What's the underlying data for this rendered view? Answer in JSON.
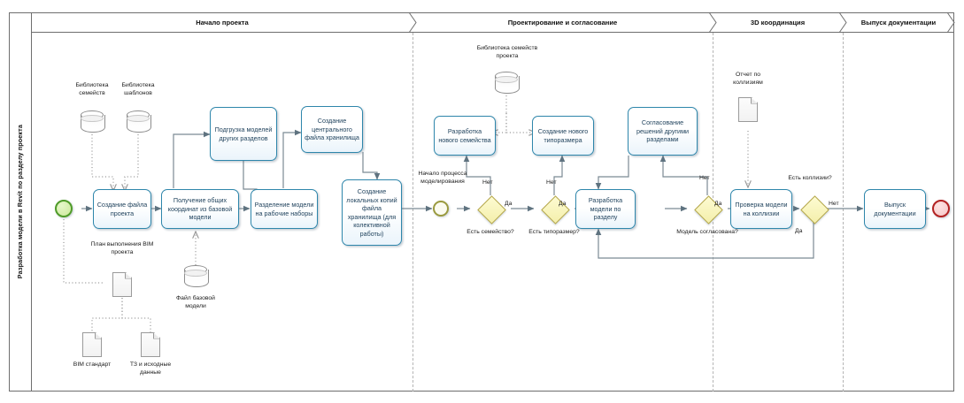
{
  "pool": {
    "label": "Разработка модели в Revit по разделу проекта"
  },
  "phases": [
    {
      "id": "start-project",
      "label": "Начало проекта"
    },
    {
      "id": "design-approval",
      "label": "Проектирование и согласование"
    },
    {
      "id": "coordination-3d",
      "label": "3D координация"
    },
    {
      "id": "docs-release",
      "label": "Выпуск документации"
    }
  ],
  "events": [
    {
      "id": "start",
      "name": "start-event",
      "label": ""
    },
    {
      "id": "modeling",
      "name": "intermediate-event",
      "label": "Начало процесса моделирования"
    },
    {
      "id": "end",
      "name": "end-event",
      "label": ""
    }
  ],
  "tasks": [
    {
      "id": "t1",
      "label": "Создание файла проекта"
    },
    {
      "id": "t2",
      "label": "Получение общих координат из базовой модели"
    },
    {
      "id": "t3",
      "label": "Подгрузка моделей других разделов"
    },
    {
      "id": "t4",
      "label": "Разделение модели на рабочие наборы"
    },
    {
      "id": "t5",
      "label": "Создание центрального файла хранилища"
    },
    {
      "id": "t6",
      "label": "Создание локальных копий файла хранилища (для колективной работы)"
    },
    {
      "id": "t7",
      "label": "Разработка нового семейства"
    },
    {
      "id": "t8",
      "label": "Создание нового типоразмера"
    },
    {
      "id": "t9",
      "label": "Согласование решений другими разделами"
    },
    {
      "id": "t10",
      "label": "Разработка модели по разделу"
    },
    {
      "id": "t11",
      "label": "Проверка модели на коллизии"
    },
    {
      "id": "t12",
      "label": "Выпуск документации"
    }
  ],
  "gateways": [
    {
      "id": "g1",
      "label": "Есть семейство?",
      "yes": "Да",
      "no": "Нет"
    },
    {
      "id": "g2",
      "label": "Есть типоразмер?",
      "yes": "Да",
      "no": "Нет"
    },
    {
      "id": "g3",
      "label": "Модель согласована?",
      "yes": "Да",
      "no": "Нет"
    },
    {
      "id": "g4",
      "label": "Есть коллизии?",
      "yes": "Да",
      "no": "Нет"
    }
  ],
  "data_stores": [
    {
      "id": "ds1",
      "label": "Библиотека семейств"
    },
    {
      "id": "ds2",
      "label": "Библиотека шаблонов"
    },
    {
      "id": "ds3",
      "label": "Файл базовой модели"
    },
    {
      "id": "ds4",
      "label": "Библиотека семейств проекта"
    }
  ],
  "data_objects": [
    {
      "id": "do1",
      "label": "План выполнения BIM проекта"
    },
    {
      "id": "do2",
      "label": "BIM стандарт"
    },
    {
      "id": "do3",
      "label": "ТЗ и исходные данные"
    },
    {
      "id": "do4",
      "label": "Отчет по коллизиям"
    }
  ],
  "colors": {
    "task_border": "#2e86ab",
    "gateway_fill": "#f4efab",
    "gateway_border": "#b3a542",
    "start_event": "#4f9b29",
    "end_event": "#b22222",
    "intermediate_event": "#9a9a3f",
    "connector": "#7b8a94",
    "pool_border": "#6e6e6e"
  }
}
